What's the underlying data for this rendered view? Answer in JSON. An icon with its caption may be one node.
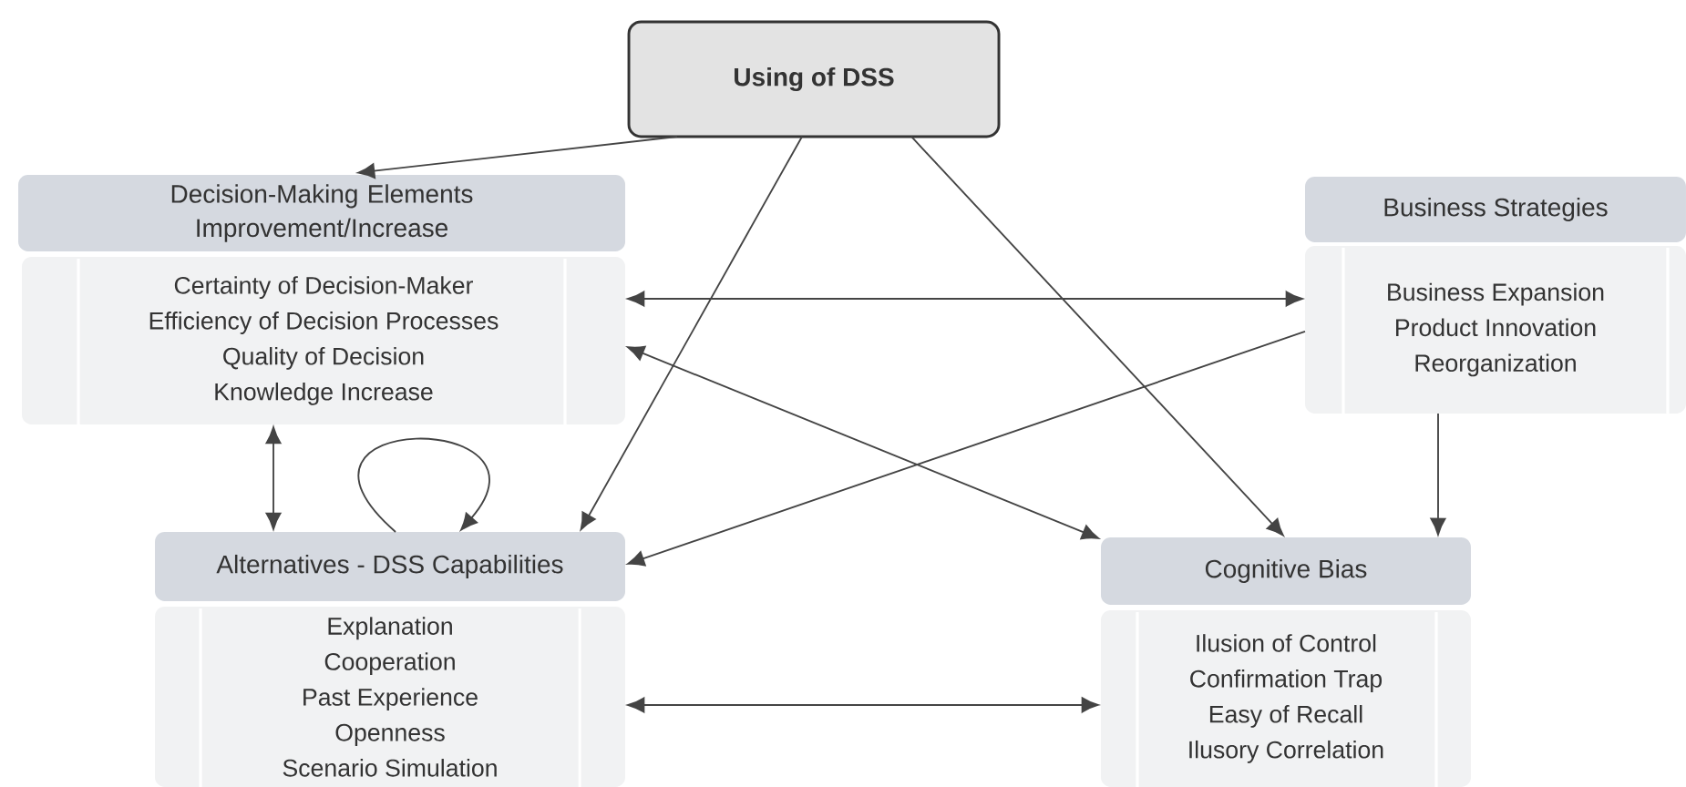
{
  "diagram": {
    "nodes": [
      {
        "text": [
          "Using of DSS"
        ]
      },
      {
        "text": [
          "Decision-Making Elements Improvement/Increase"
        ]
      },
      {
        "text": [
          "Certainty of Decision-Maker",
          "Efficiency of Decision Processes",
          "Quality of Decision",
          "Knowledge Increase"
        ]
      },
      {
        "text": [
          "Business Strategies"
        ]
      },
      {
        "text": [
          "Business Expansion",
          "Product Innovation",
          "Reorganization"
        ]
      },
      {
        "text": [
          "Alternatives - DSS Capabilities"
        ]
      },
      {
        "text": [
          "Explanation",
          "Cooperation",
          "Past Experience",
          "Openness",
          "Scenario Simulation"
        ]
      },
      {
        "text": [
          "Cognitive Bias"
        ]
      },
      {
        "text": [
          "Ilusion of Control",
          "Confirmation Trap",
          "Easy of Recall",
          "Ilusory Correlation"
        ]
      }
    ],
    "edges": [
      {
        "from": 0,
        "to": 1,
        "arrow": "to"
      },
      {
        "from": 0,
        "to": 5,
        "arrow": "to"
      },
      {
        "from": 0,
        "to": 7,
        "arrow": "to"
      },
      {
        "from": 2,
        "to": 4,
        "arrow": "both"
      },
      {
        "from": 2,
        "to": 7,
        "arrow": "both"
      },
      {
        "from": 4,
        "to": 5,
        "arrow": "to"
      },
      {
        "from": 4,
        "to": 7,
        "arrow": "to"
      },
      {
        "from": 2,
        "to": 5,
        "arrow": "both"
      },
      {
        "from": 5,
        "to": 5,
        "arrow": "to"
      },
      {
        "from": 6,
        "to": 8,
        "arrow": "both"
      }
    ]
  }
}
